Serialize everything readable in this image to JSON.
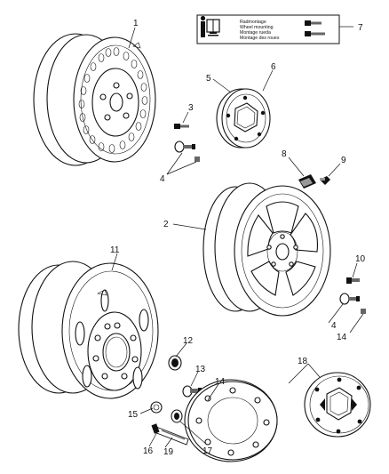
{
  "info_box": {
    "lines": [
      "Radmontage",
      "Wheel mounting",
      "Montage ruedа",
      "Montage des roues"
    ]
  },
  "callouts": [
    {
      "id": "callout-1",
      "label": "1"
    },
    {
      "id": "callout-2",
      "label": "2"
    },
    {
      "id": "callout-3",
      "label": "3"
    },
    {
      "id": "callout-4a",
      "label": "4"
    },
    {
      "id": "callout-4b",
      "label": "4"
    },
    {
      "id": "callout-5",
      "label": "5"
    },
    {
      "id": "callout-6",
      "label": "6"
    },
    {
      "id": "callout-7",
      "label": "7"
    },
    {
      "id": "callout-8",
      "label": "8"
    },
    {
      "id": "callout-9",
      "label": "9"
    },
    {
      "id": "callout-10",
      "label": "10"
    },
    {
      "id": "callout-11",
      "label": "11"
    },
    {
      "id": "callout-12",
      "label": "12"
    },
    {
      "id": "callout-13",
      "label": "13"
    },
    {
      "id": "callout-14a",
      "label": "14"
    },
    {
      "id": "callout-14b",
      "label": "14"
    },
    {
      "id": "callout-15",
      "label": "15"
    },
    {
      "id": "callout-16",
      "label": "16"
    },
    {
      "id": "callout-17",
      "label": "17"
    },
    {
      "id": "callout-18",
      "label": "18"
    },
    {
      "id": "callout-19",
      "label": "19"
    }
  ]
}
